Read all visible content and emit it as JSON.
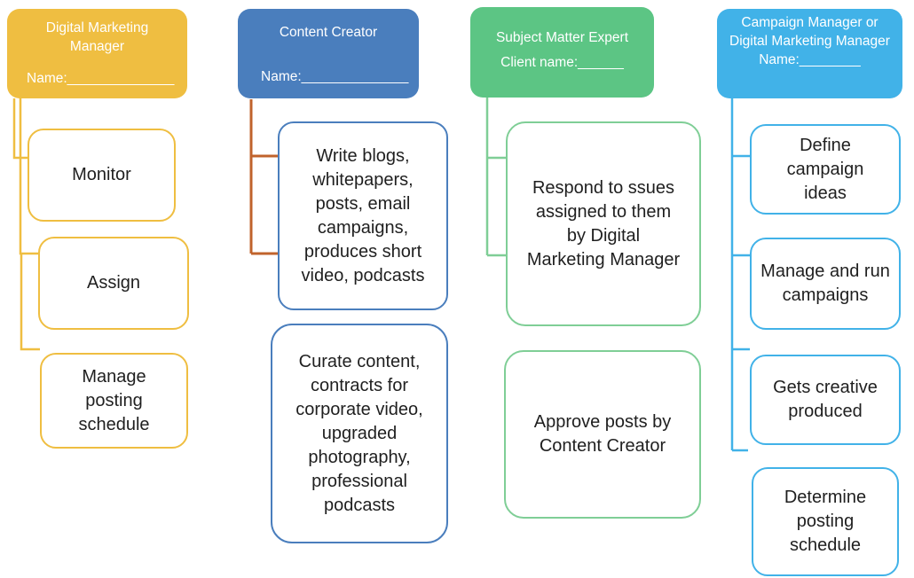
{
  "diagram": {
    "background": "#FFFFFF",
    "task_text_color": "#1F1F1F",
    "header_text_color": "#FFFFFF",
    "columns": [
      {
        "role": "Digital Marketing Manager",
        "header": {
          "title": "Digital Marketing Manager",
          "name_line": "Name:______________"
        },
        "colors": {
          "header_fill": "#EFBE41",
          "box_border": "#EFBE41",
          "connector": "#EFBE41"
        },
        "children": [
          "Monitor",
          "Assign",
          "Manage posting schedule"
        ]
      },
      {
        "role": "Content Creator",
        "header": {
          "title": "Content Creator",
          "name_line": "Name:______________"
        },
        "colors": {
          "header_fill": "#4A7EBD",
          "box_border": "#4A7EBD",
          "connector": "#C0632C"
        },
        "children": [
          "Write blogs, whitepapers, posts, email campaigns, produces short video, podcasts",
          "Curate content, contracts for corporate video, upgraded photography, professional podcasts"
        ]
      },
      {
        "role": "Subject Matter Expert",
        "header": {
          "title": "Subject Matter Expert",
          "name_line": "Client name:______"
        },
        "colors": {
          "header_fill": "#5CC584",
          "box_border": "#7FCE96",
          "connector": "#7FCE96"
        },
        "children": [
          "Respond to ssues assigned to them by Digital Marketing Manager",
          "Approve posts by Content Creator"
        ]
      },
      {
        "role": "Campaign Manager or Digital Marketing Manager",
        "header": {
          "title": "Campaign Manager or Digital Marketing Manager",
          "name_line": "Name:________"
        },
        "colors": {
          "header_fill": "#41B2E8",
          "box_border": "#41B2E8",
          "connector": "#41B2E8"
        },
        "children": [
          "Define campaign ideas",
          "Manage and run campaigns",
          "Gets creative produced",
          "Determine posting schedule"
        ]
      }
    ]
  }
}
